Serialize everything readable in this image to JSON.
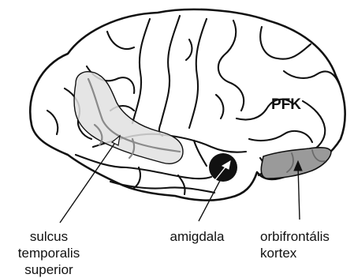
{
  "labels": {
    "pfk": "PFK",
    "sulcus_line1": "sulcus",
    "sulcus_line2": "temporalis",
    "sulcus_line3": "superior",
    "amygdala": "amigdala",
    "orbitofrontal_line1": "orbifrontális",
    "orbitofrontal_line2": "kortex"
  },
  "colors": {
    "outline": "#111111",
    "sulcus_region_fill": "#e0e0e0",
    "orbitofrontal_fill": "#9a9a9a",
    "region_inner_lines": "#8a8a8a",
    "amygdala_fill": "#111111",
    "background": "#ffffff"
  }
}
